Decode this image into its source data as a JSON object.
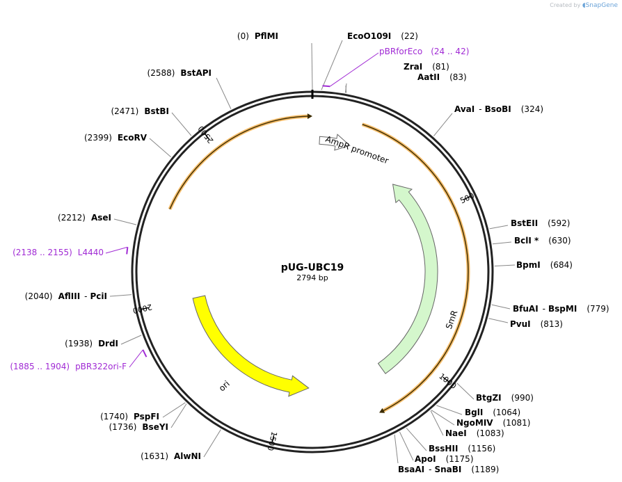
{
  "credit": {
    "prefix": "Created by",
    "brand": "SnapGene"
  },
  "plasmid": {
    "name": "pUG-UBC19",
    "length": "2794 bp"
  },
  "colors": {
    "primer": "#a02ad4",
    "orange": "#f0a02a",
    "amp_fill": "#ffffff",
    "smr_fill": "#d4f7cc",
    "ori_fill": "#ffff00"
  },
  "enzymes": [
    {
      "name": "PflMI",
      "pos": "(0)"
    },
    {
      "name": "EcoO109I",
      "pos": "(22)"
    },
    {
      "name": "ZraI",
      "pos": "(81)"
    },
    {
      "name": "AatII",
      "pos": "(83)"
    },
    {
      "name": "AvaI",
      "name2": "BsoBI",
      "pos": "(324)"
    },
    {
      "name": "BstEII",
      "pos": "(592)"
    },
    {
      "name": "BclI *",
      "pos": "(630)"
    },
    {
      "name": "BpmI",
      "pos": "(684)"
    },
    {
      "name": "BfuAI",
      "name2": "BspMI",
      "pos": "(779)"
    },
    {
      "name": "PvuI",
      "pos": "(813)"
    },
    {
      "name": "BtgZI",
      "pos": "(990)"
    },
    {
      "name": "BglI",
      "pos": "(1064)"
    },
    {
      "name": "NgoMIV",
      "pos": "(1081)"
    },
    {
      "name": "NaeI",
      "pos": "(1083)"
    },
    {
      "name": "BssHII",
      "pos": "(1156)"
    },
    {
      "name": "ApoI",
      "pos": "(1175)"
    },
    {
      "name": "BsaAI",
      "name2": "SnaBI",
      "pos": "(1189)"
    },
    {
      "name": "AlwNI",
      "pos": "(1631)"
    },
    {
      "name": "BseYI",
      "pos": "(1736)"
    },
    {
      "name": "PspFI",
      "pos": "(1740)"
    },
    {
      "name": "DrdI",
      "pos": "(1938)"
    },
    {
      "name": "AflIII",
      "name2": "PciI",
      "pos": "(2040)"
    },
    {
      "name": "AseI",
      "pos": "(2212)"
    },
    {
      "name": "EcoRV",
      "pos": "(2399)"
    },
    {
      "name": "BstBI",
      "pos": "(2471)"
    },
    {
      "name": "BstAPI",
      "pos": "(2588)"
    }
  ],
  "primers": [
    {
      "name": "pBRforEco",
      "range": "(24 .. 42)"
    },
    {
      "name": "L4440",
      "range": "(2138 .. 2155)"
    },
    {
      "name": "pBR322ori-F",
      "range": "(1885 .. 1904)"
    }
  ],
  "features": [
    {
      "name": "AmpR promoter",
      "start": 24,
      "end": 128,
      "strand": "+",
      "color": "#ffffff"
    },
    {
      "name": "SmR",
      "start": 330,
      "end": 1120,
      "strand": "-",
      "color": "#d4f7cc"
    },
    {
      "name": "ori",
      "start": 1411,
      "end": 1999,
      "strand": "-",
      "color": "#ffff00"
    }
  ],
  "orange_arcs": [
    {
      "start": 145,
      "end": 1200,
      "strand": "+"
    },
    {
      "start": 2280,
      "end": 2794,
      "strand": "+"
    }
  ],
  "ticks": [
    {
      "pos": 500,
      "label": "500"
    },
    {
      "pos": 1000,
      "label": "1000"
    },
    {
      "pos": 1500,
      "label": "1500"
    },
    {
      "pos": 2000,
      "label": "2000"
    },
    {
      "pos": 2500,
      "label": "2500"
    }
  ]
}
